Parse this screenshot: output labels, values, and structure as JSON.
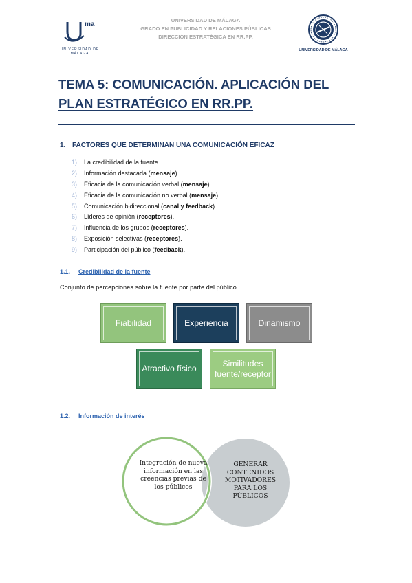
{
  "header": {
    "logo_left_text": "UNIVERSIDAD DE MÁLAGA",
    "logo_left_mark": "ma",
    "lines": [
      "UNIVERSIDAD DE MÁLAGA",
      "GRADO EN PUBLICIDAD Y RELACIONES PÚBLICAS",
      "DIRECCIÓN ESTRATÉGICA EN RR.PP."
    ],
    "logo_right_text": "UNIVERSIDAD DE MÁLAGA",
    "brand_color": "#1f3a66"
  },
  "title": "TEMA 5: COMUNICACIÓN. APLICACIÓN DEL PLAN ESTRATÉGICO EN RR.PP.",
  "section1": {
    "number": "1.",
    "heading": "FACTORES QUE DETERMINAN UNA COMUNICACIÓN EFICAZ",
    "items": [
      {
        "n": "1)",
        "text": "La credibilidad de la fuente.",
        "bold": ""
      },
      {
        "n": "2)",
        "text": "Información destacada (",
        "bold": "mensaje",
        "end": ")."
      },
      {
        "n": "3)",
        "text": "Eficacia de la comunicación verbal (",
        "bold": "mensaje",
        "end": ")."
      },
      {
        "n": "4)",
        "text": "Eficacia de la comunicación no verbal (",
        "bold": "mensaje",
        "end": ")."
      },
      {
        "n": "5)",
        "text": "Comunicación bidireccional (",
        "bold": "canal y feedback",
        "end": ")."
      },
      {
        "n": "6)",
        "text": "Líderes de opinión (",
        "bold": "receptores",
        "end": ")."
      },
      {
        "n": "7)",
        "text": "Influencia de los grupos (",
        "bold": "receptores",
        "end": ")."
      },
      {
        "n": "8)",
        "text": "Exposición selectivas (",
        "bold": "receptores",
        "end": ")."
      },
      {
        "n": "9)",
        "text": "Participación del público (",
        "bold": "feedback",
        "end": ")."
      }
    ]
  },
  "sub11": {
    "number": "1.1.",
    "heading": "Credibilidad de la fuente",
    "description": "Conjunto de percepciones sobre la fuente por parte del público.",
    "boxes": [
      "Fiabilidad",
      "Experiencia",
      "Dinamismo",
      "Atractivo físico",
      "Similitudes fuente/receptor"
    ]
  },
  "sub12": {
    "number": "1.2.",
    "heading": "Información de interés",
    "venn_left": "Integración de nueva información en las creencias previas de los públicos",
    "venn_right": "GENERAR CONTENIDOS MOTIVADORES PARA LOS PÚBLICOS"
  }
}
